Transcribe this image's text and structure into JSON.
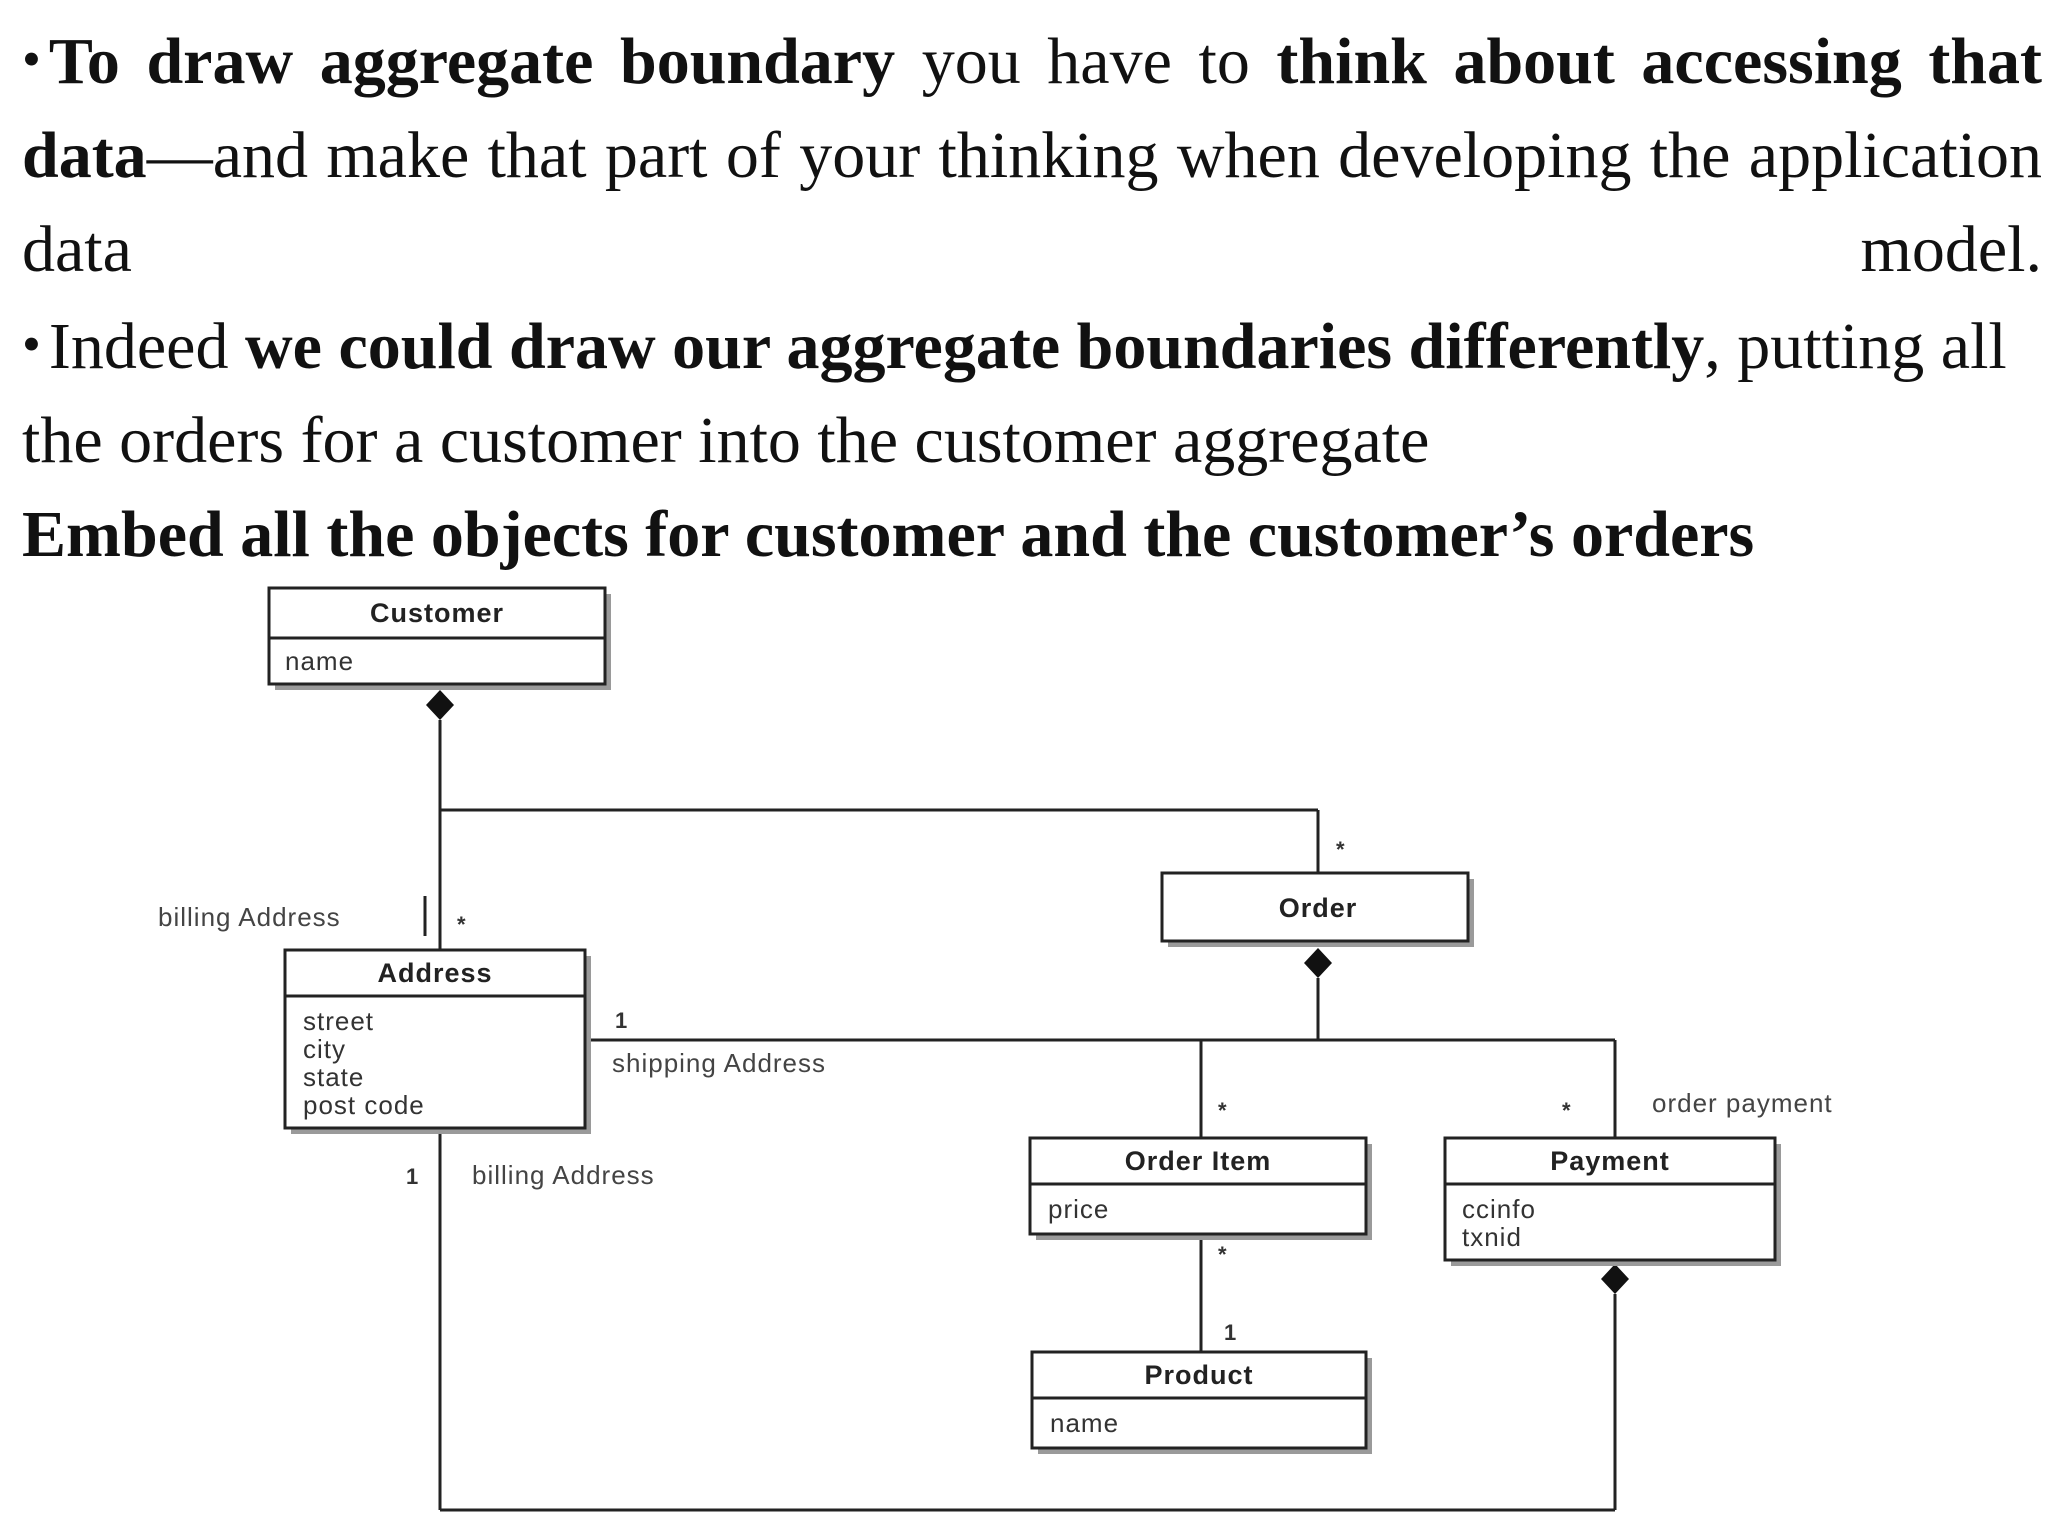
{
  "slide": {
    "bullet_char": "•",
    "bullet1": {
      "s1": "To draw aggregate boundary",
      "s2": " you have to ",
      "s3": "think about accessing that data",
      "s4": "—and make that part of your thinking when developing the application data model."
    },
    "bullet2": {
      "s1": "Indeed ",
      "s2": "we could draw our aggregate boundaries differently",
      "s3": ", putting all the orders for a customer into the customer aggregate"
    },
    "embed_line": "Embed all the objects for customer and the customer’s orders"
  },
  "diagram": {
    "classes": {
      "customer": {
        "title": "Customer",
        "attrs": [
          "name"
        ]
      },
      "order": {
        "title": "Order",
        "attrs": []
      },
      "address": {
        "title": "Address",
        "attrs": [
          "street",
          "city",
          "state",
          "post code"
        ]
      },
      "order_item": {
        "title": "Order Item",
        "attrs": [
          "price"
        ]
      },
      "payment": {
        "title": "Payment",
        "attrs": [
          "ccinfo",
          "txnid"
        ]
      },
      "product": {
        "title": "Product",
        "attrs": [
          "name"
        ]
      }
    },
    "labels": {
      "billing_address_top": "billing Address",
      "billing_address_bottom": "billing Address",
      "shipping_address": "shipping Address",
      "order_payment": "order payment"
    },
    "multiplicities": {
      "customer_address": "*",
      "customer_order": "*",
      "address_shipping": "1",
      "address_billing": "1",
      "order_orderitem": "*",
      "order_payment": "*",
      "orderitem_product_many": "*",
      "orderitem_product_one": "1"
    }
  }
}
